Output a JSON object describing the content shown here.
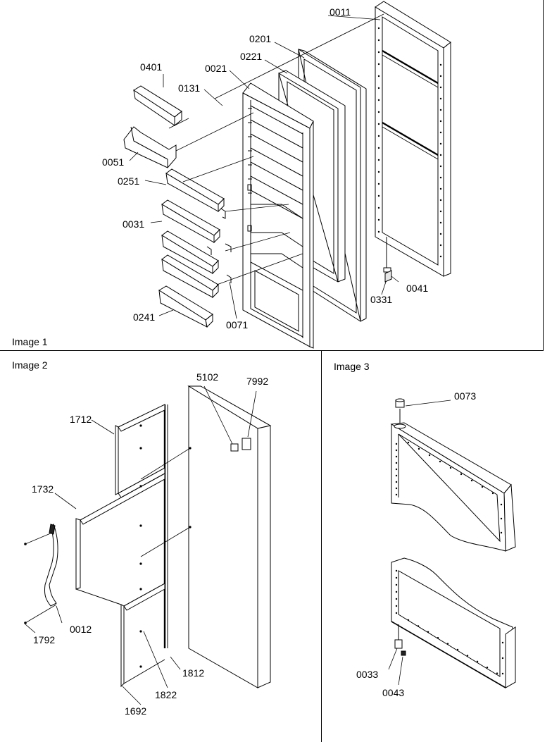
{
  "panels": {
    "image1": {
      "title": "Image 1"
    },
    "image2": {
      "title": "Image 2"
    },
    "image3": {
      "title": "Image 3"
    }
  },
  "callouts": {
    "p0011": "0011",
    "p0201": "0201",
    "p0221": "0221",
    "p0021": "0021",
    "p0401": "0401",
    "p0131": "0131",
    "p0051": "0051",
    "p0251": "0251",
    "p0031": "0031",
    "p0241": "0241",
    "p0071": "0071",
    "p0331": "0331",
    "p0041": "0041",
    "p5102": "5102",
    "p7992": "7992",
    "p1712": "1712",
    "p1732": "1732",
    "p0012": "0012",
    "p1792": "1792",
    "p1812": "1812",
    "p1822": "1822",
    "p1692": "1692",
    "p0073": "0073",
    "p0033": "0033",
    "p0043": "0043"
  },
  "colors": {
    "ink": "#000000",
    "paper": "#ffffff",
    "shade": "#e6e6e6"
  }
}
